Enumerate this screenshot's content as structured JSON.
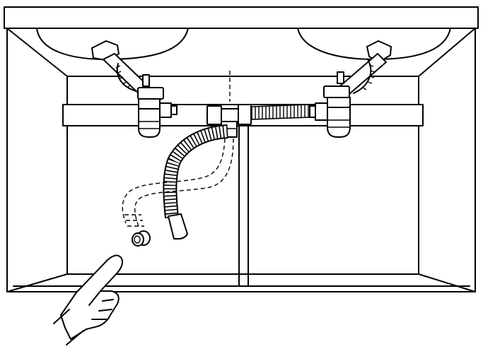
{
  "figure": {
    "subject": "double-sink-drain-assembly",
    "parts": [
      "countertop",
      "left-basin",
      "right-basin",
      "left-siphon-trap",
      "right-siphon-trap",
      "t-connector",
      "flexible-connecting-hose",
      "flexible-drain-hose",
      "alternative-hose-route",
      "wall-drain-socket",
      "pointing-hand-icon"
    ],
    "colors": {
      "line": "#000000",
      "background": "#ffffff"
    }
  }
}
